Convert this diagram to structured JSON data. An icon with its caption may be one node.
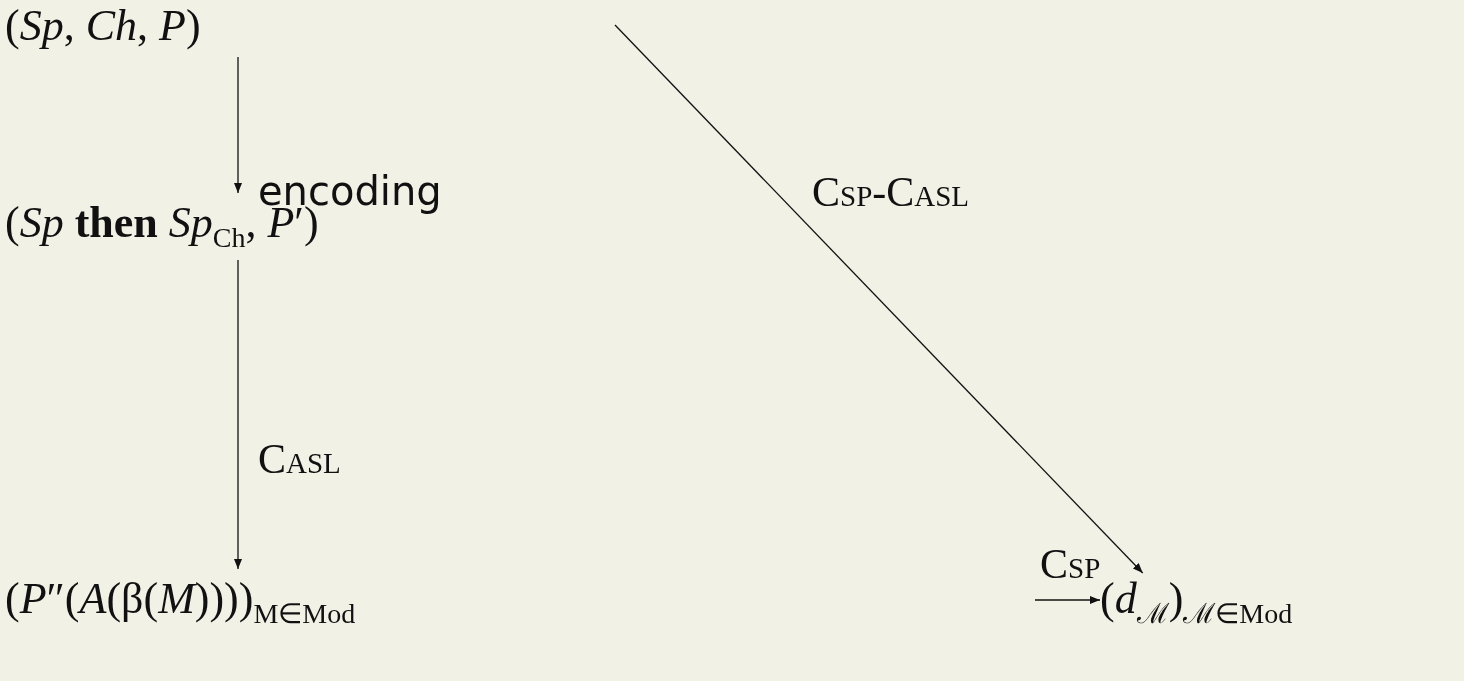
{
  "diagram": {
    "nodes": [
      {
        "text": [
          "(*Sp*, *Ch*, *P*)"
        ]
      },
      {
        "text": [
          "(*Sp* **then** *Sp*$_{Ch}$, *P*′)"
        ]
      },
      {
        "text": [
          "(*P*″(*A*(β(*M*))))$_{M∈Mod}$"
        ]
      },
      {
        "text": [
          "(*d*$_{ℳ}$)$_{ℳ∈Mod}$"
        ]
      }
    ],
    "edges": [
      {
        "from": 0,
        "to": 1,
        "arrow": "to",
        "label": "encoding"
      },
      {
        "from": 1,
        "to": 2,
        "arrow": "to",
        "label": "Casl"
      },
      {
        "from": null,
        "to": 3,
        "arrow": "to",
        "label": "Csp-Casl"
      },
      {
        "from": null,
        "to": 3,
        "arrow": "to",
        "label": "Csp"
      }
    ]
  }
}
